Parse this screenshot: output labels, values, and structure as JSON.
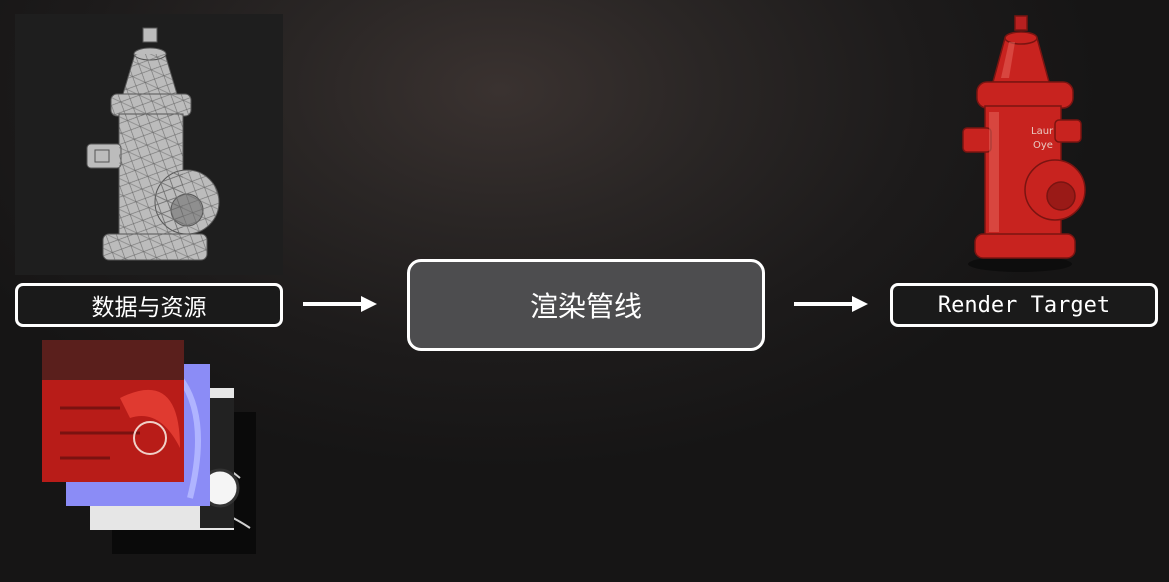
{
  "diagram": {
    "source_label": "数据与资源",
    "pipeline_label": "渲染管线",
    "target_label": "Render Target"
  },
  "colors": {
    "box_border": "#ffffff",
    "pipeline_fill": "#4d4d4f",
    "hydrant_red": "#c8231f",
    "wireframe_gray": "#b8b8b8",
    "normal_map_blue": "#8b8cf6"
  },
  "icons": [
    "wireframe-hydrant-image",
    "texture-maps-stack",
    "rendered-hydrant-image",
    "arrow-right-icon"
  ]
}
